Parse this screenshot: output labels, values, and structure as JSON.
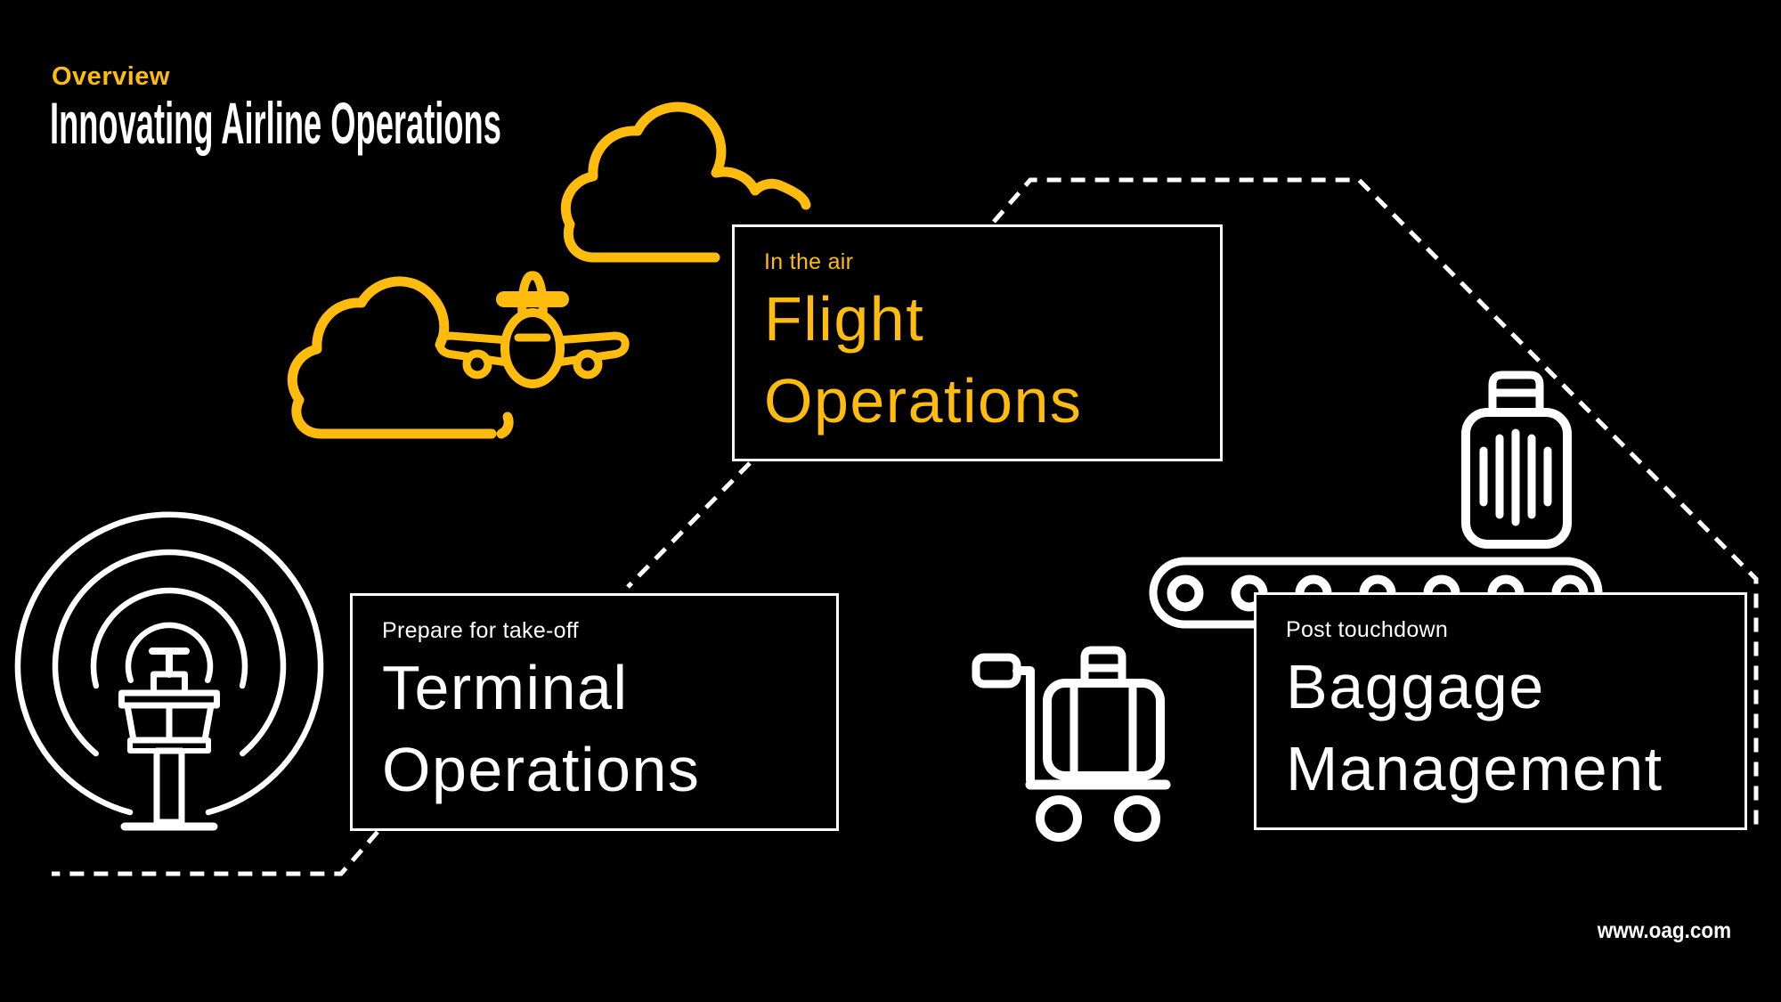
{
  "page": {
    "background_color": "#000000",
    "accent_yellow": "#FFBC0D",
    "line_white": "#FFFFFF"
  },
  "header": {
    "kicker": "Overview",
    "title": "Innovating Airline Operations"
  },
  "cards": [
    {
      "id": "flight",
      "kicker": "In the air",
      "title_line1": "Flight",
      "title_line2": "Operations",
      "text_color": "#FFBC0D"
    },
    {
      "id": "terminal",
      "kicker": "Prepare for take-off",
      "title_line1": "Terminal",
      "title_line2": "Operations",
      "text_color": "#FFFFFF"
    },
    {
      "id": "baggage",
      "kicker": "Post touchdown",
      "title_line1": "Baggage",
      "title_line2": "Management",
      "text_color": "#FFFFFF"
    }
  ],
  "icons": [
    "cloud-icon",
    "cloud-icon",
    "airplane-front-icon",
    "control-tower-radar-icon",
    "baggage-trolley-icon",
    "conveyor-belt-icon",
    "suitcase-icon"
  ],
  "footer": {
    "url": "www.oag.com"
  }
}
